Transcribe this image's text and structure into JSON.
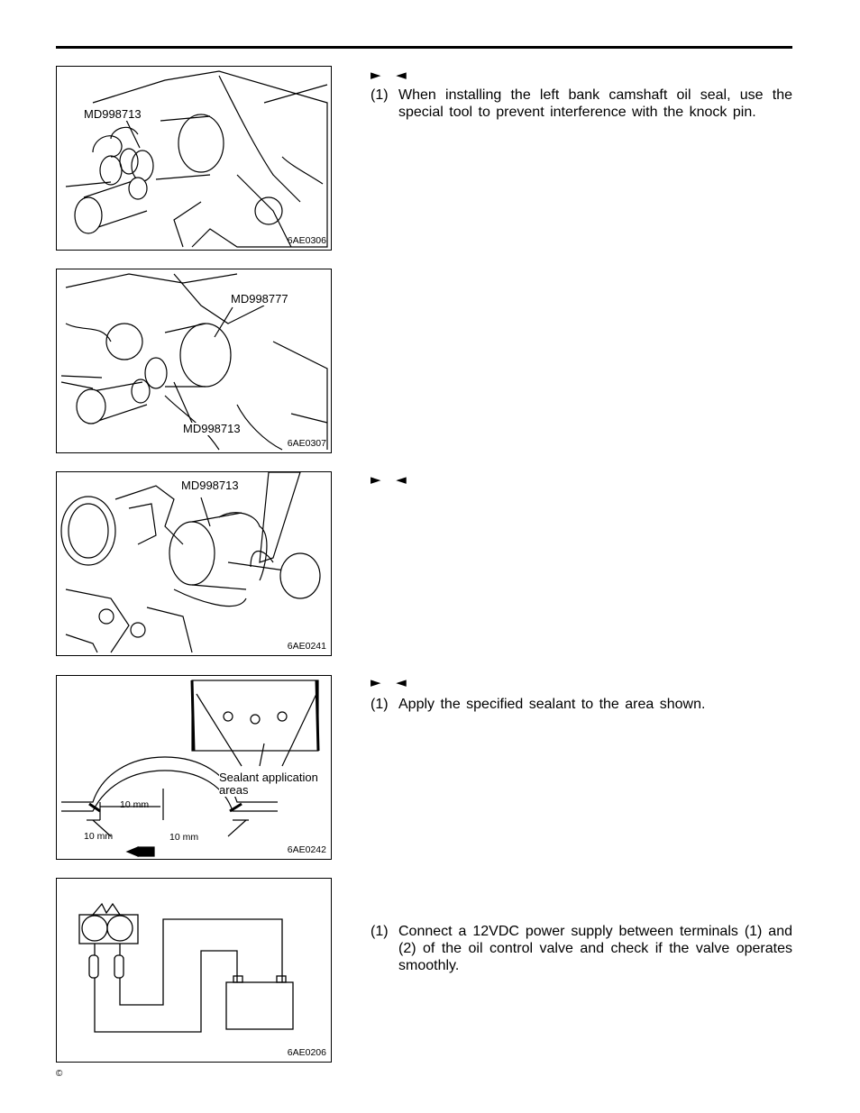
{
  "figures": [
    {
      "code": "6AE0306",
      "labels": [
        "MD998713"
      ]
    },
    {
      "code": "6AE0307",
      "labels": [
        "MD998777",
        "MD998713"
      ]
    },
    {
      "code": "6AE0241",
      "labels": [
        "MD998713"
      ]
    },
    {
      "code": "6AE0242",
      "labels": [
        "Sealant application",
        "areas",
        "10 mm",
        "10 mm",
        "10 mm"
      ]
    },
    {
      "code": "6AE0206",
      "labels": []
    }
  ],
  "sections": [
    {
      "heading": "► ◄",
      "step_num": "(1)",
      "step_text": "When installing the left bank camshaft oil seal, use the special tool to prevent interference with the knock pin."
    },
    {
      "heading": "► ◄"
    },
    {
      "heading": "► ◄",
      "step_num": "(1)",
      "step_text": "Apply the specified sealant to the area shown."
    },
    {
      "step_num": "(1)",
      "step_text": "Connect a 12VDC power supply between terminals (1) and (2) of the oil control valve and check if the valve operates smoothly."
    }
  ],
  "footer": {
    "copyright": "©"
  }
}
